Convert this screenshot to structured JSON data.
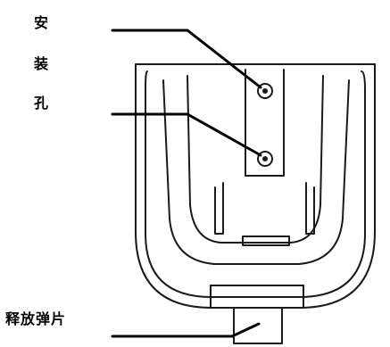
{
  "labels": {
    "mounting_hole": [
      "安",
      "装",
      "孔"
    ],
    "release_tab": "释放弹片"
  },
  "colors": {
    "line": "#1a1a1a",
    "background": "#ffffff"
  }
}
